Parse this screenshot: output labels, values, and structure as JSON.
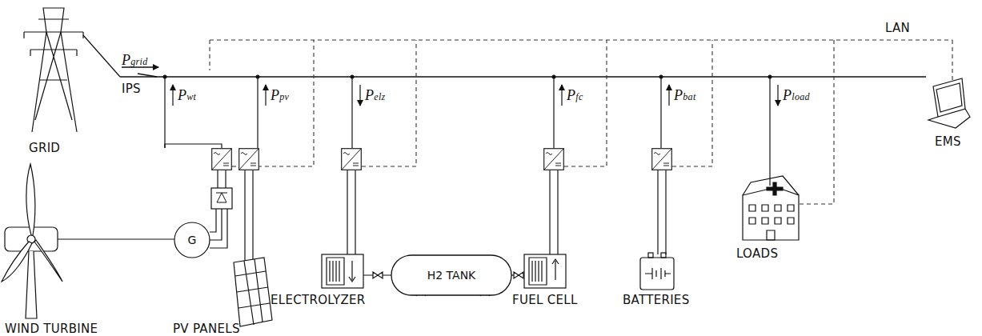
{
  "diagram": {
    "nodes": [
      {
        "text": [
          "H2 TANK"
        ]
      }
    ],
    "labels": [
      "LAN",
      "Pgrid",
      "IPS",
      "GRID",
      "G",
      "Pwt",
      "Ppv",
      "Pelz",
      "Pfc",
      "Pbat",
      "Pload",
      "EMS",
      "WIND TURBINE",
      "PV PANELS",
      "ELECTROLYZER",
      "FUEL CELL",
      "BATTERIES",
      "LOADS"
    ]
  }
}
